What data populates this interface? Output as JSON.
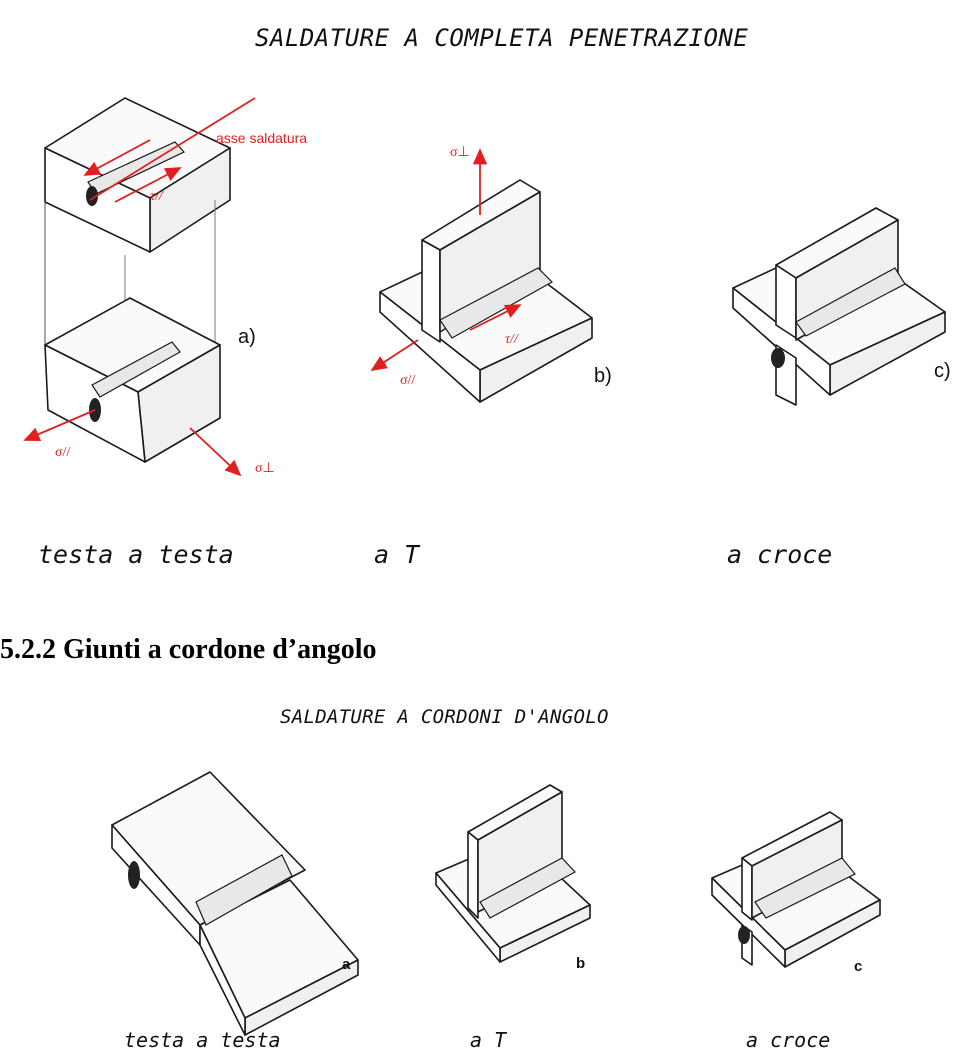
{
  "top_figure": {
    "title": "SALDATURE A COMPLETA PENETRAZIONE",
    "axis_label": "asse saldatura",
    "panel_labels": [
      "a)",
      "b)",
      "c)"
    ],
    "captions": [
      "testa a testa",
      "a T",
      "a croce"
    ]
  },
  "section_heading": "5.2.2 Giunti a cordone d’angolo",
  "bottom_figure": {
    "title": "SALDATURE A  CORDONI D'ANGOLO",
    "panel_labels": [
      "a",
      "b",
      "c"
    ],
    "captions": [
      "testa a testa",
      "a T",
      "a croce"
    ]
  },
  "colors": {
    "annotation": "#e02020",
    "ink": "#1a1a1a"
  }
}
